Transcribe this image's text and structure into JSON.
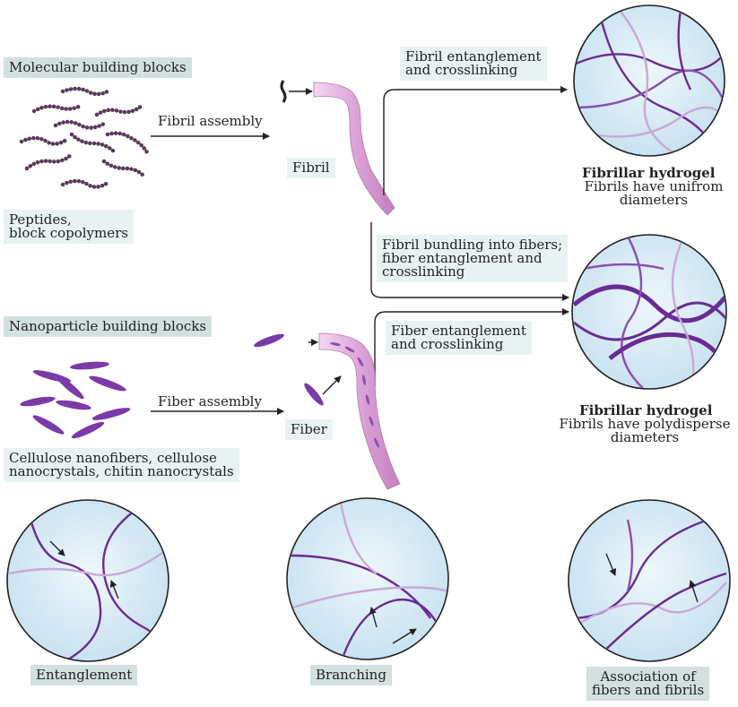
{
  "labels": {
    "molecular_blocks": "Molecular building blocks",
    "fibril_assembly": "Fibril assembly",
    "fibril": "Fibril",
    "peptides": "Peptides,\nblock copolymers",
    "fibril_entanglement": "Fibril entanglement\nand crosslinking",
    "fibrillar_hydrogel_1_title": "Fibrillar hydrogel",
    "fibrillar_hydrogel_1_desc": "Fibrils have unifrom\ndiameters",
    "fibril_bundling": "Fibril bundling into fibers;\nfiber entanglement and\ncrosslinking",
    "nanoparticle_blocks": "Nanoparticle building blocks",
    "fiber_entanglement": "Fiber entanglement\nand crosslinking",
    "fiber_assembly": "Fiber assembly",
    "fiber": "Fiber",
    "cellulose": "Cellulose nanofibers, cellulose\nnanocrystals, chitin nanocrystals",
    "fibrillar_hydrogel_2_title": "Fibrillar hydrogel",
    "fibrillar_hydrogel_2_desc": "Fibrils have polydisperse\ndiameters",
    "entanglement": "Entanglement",
    "branching": "Branching",
    "association": "Association of\nfibers and fibrils"
  },
  "colors": {
    "dark_purple": "#6a2c94",
    "mid_purple": "#8a4fb0",
    "light_purple": "#c9a9d6",
    "circle_fill": "#d9ecf7",
    "circle_stroke": "#222222",
    "ribbon": "#d9a3d9",
    "label_box": "#d2e0e0",
    "label_box_light": "#e9f2f2"
  }
}
